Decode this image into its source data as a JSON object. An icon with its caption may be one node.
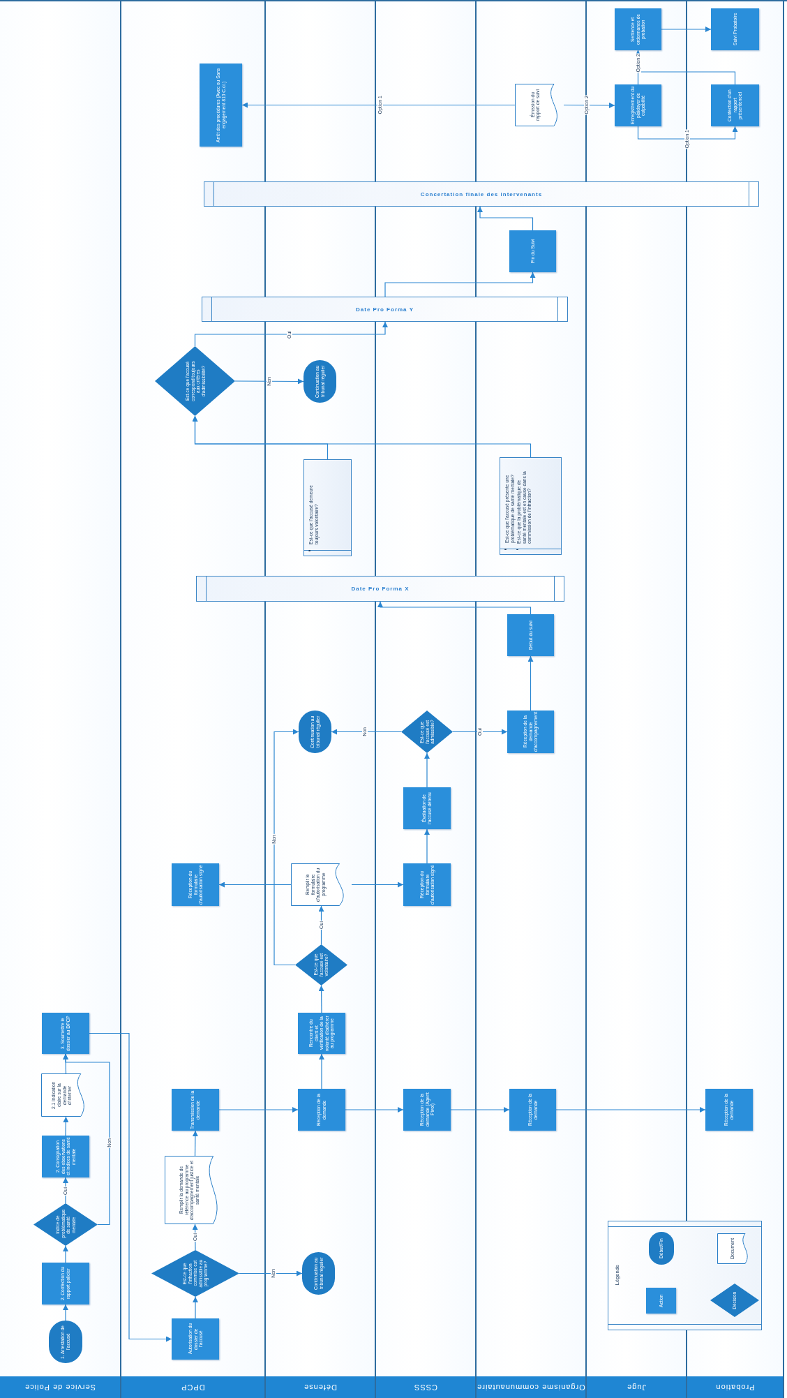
{
  "diagram": {
    "nodes": [
      {
        "text": [
          "Service de Police"
        ]
      },
      {
        "text": [
          "DPCP"
        ]
      },
      {
        "text": [
          "Défense"
        ]
      },
      {
        "text": [
          "CSSS"
        ]
      },
      {
        "text": [
          "Organisme communautaire"
        ]
      },
      {
        "text": [
          "Juge"
        ]
      },
      {
        "text": [
          "Probation"
        ]
      },
      {
        "text": [
          "1. Arrestation de l'accusé"
        ],
        "in": 0
      },
      {
        "text": [
          "2. Confection du rapport policier"
        ],
        "in": 0
      },
      {
        "text": [
          "Indice de problématique de santé mentale"
        ],
        "in": 0
      },
      {
        "text": [
          "2. Consignation des observations et indices de santé mentale"
        ],
        "in": 0
      },
      {
        "text": [
          "2.1 Indication claire sur la demande d'interner"
        ],
        "in": 0
      },
      {
        "text": [
          "3. Soumettre le dossier au DPCP"
        ],
        "in": 0
      },
      {
        "text": [
          "Autorisation du dossier de l'accusé"
        ],
        "in": 1
      },
      {
        "text": [
          "Est-ce que l'infraction commise est admissible au programme?"
        ],
        "in": 1
      },
      {
        "text": [
          "Continuation au tribunal régulier"
        ],
        "in": 2
      },
      {
        "text": [
          "Remplir la demande de référence au programme d'accompagnement justice et santé mentale"
        ],
        "in": 1
      },
      {
        "text": [
          "Transmission de la demande"
        ],
        "in": 1
      },
      {
        "text": [
          "Réception de la demande"
        ],
        "in": 2
      },
      {
        "text": [
          "Réception de la demande (Agent Pivot)"
        ],
        "in": 3
      },
      {
        "text": [
          "Réception de la demande"
        ],
        "in": 4
      },
      {
        "text": [
          "Réception de la demande"
        ],
        "in": 6
      },
      {
        "text": [
          "Rencontre du client et vérification de la volonté d'adhérer au programme"
        ],
        "in": 2
      },
      {
        "text": [
          "Est-ce que l'accusé est volontaire?"
        ],
        "in": 2
      },
      {
        "text": [
          "Remplir le formulaire d'autorisation du programme"
        ],
        "in": 2
      },
      {
        "text": [
          "Réception du formulaire d'autorisation signé"
        ],
        "in": 1
      },
      {
        "text": [
          "Réception du formulaire d'autorisation signé"
        ],
        "in": 3
      },
      {
        "text": [
          "Évaluation de l'accusé détenu"
        ],
        "in": 3
      },
      {
        "text": [
          "Est-ce que l'accusé est admissible?"
        ],
        "in": 3
      },
      {
        "text": [
          "Continuation au tribunal régulier"
        ],
        "in": 2
      },
      {
        "text": [
          "Réception de la demande d'accompagnement"
        ],
        "in": 4
      },
      {
        "text": [
          "Début du suivi"
        ],
        "in": 4
      },
      {
        "text": [
          "Date Pro Forma X"
        ]
      },
      {
        "text": [
          "Est-ce que l'accusé demeure toujours volontaire?"
        ],
        "in": 2
      },
      {
        "text": [
          "Est-ce que l'accusé présente une problématique de santé mentale?",
          "Est-ce que la problématique de santé mentale est en cause dans la commission de l'infraction?"
        ],
        "in": 4
      },
      {
        "text": [
          "Est-ce que l'accusé correspond toujours aux critères d'admissibilité?"
        ],
        "in": 1
      },
      {
        "text": [
          "Continuation au tribunal régulier"
        ],
        "in": 2
      },
      {
        "text": [
          "Date Pro Forma Y"
        ]
      },
      {
        "text": [
          "Fin du Suivi"
        ],
        "in": 4
      },
      {
        "text": [
          "Concertation finale des intervenants"
        ]
      },
      {
        "text": [
          "Arrêt des procédures (Avec ou Sans engagement 810 C.cr.)"
        ],
        "in": 1
      },
      {
        "text": [
          "Émission du rapport de suivi"
        ],
        "in": 4
      },
      {
        "text": [
          "Enregistrement du plaidoyer de culpabilité"
        ],
        "in": 5
      },
      {
        "text": [
          "Sentence et ordonnance de probation"
        ],
        "in": 5
      },
      {
        "text": [
          "Confection d'un rapport présentenciel"
        ],
        "in": 6
      },
      {
        "text": [
          "Suivi Probatoire"
        ],
        "in": 6
      },
      {
        "text": [
          "Légende"
        ]
      },
      {
        "text": [
          "Début/Fin"
        ]
      },
      {
        "text": [
          "Action"
        ]
      },
      {
        "text": [
          "Document"
        ]
      },
      {
        "text": [
          "Décision"
        ]
      }
    ],
    "edges": [
      {
        "from": 7,
        "to": 8,
        "arrow": "to"
      },
      {
        "from": 8,
        "to": 9,
        "arrow": "to"
      },
      {
        "from": 9,
        "to": 10,
        "arrow": "to",
        "label": "Oui"
      },
      {
        "from": 10,
        "to": 11,
        "arrow": "to"
      },
      {
        "from": 11,
        "to": 12,
        "arrow": "to"
      },
      {
        "from": 9,
        "to": 12,
        "arrow": "to",
        "label": "Non"
      },
      {
        "from": 12,
        "to": 13,
        "arrow": "to"
      },
      {
        "from": 13,
        "to": 14,
        "arrow": "to"
      },
      {
        "from": 14,
        "to": 16,
        "arrow": "to",
        "label": "Oui"
      },
      {
        "from": 14,
        "to": 15,
        "arrow": "to",
        "label": "Non"
      },
      {
        "from": 16,
        "to": 17,
        "arrow": "to"
      },
      {
        "from": 17,
        "to": 18,
        "arrow": "to"
      },
      {
        "from": 18,
        "to": 19,
        "arrow": "to"
      },
      {
        "from": 19,
        "to": 20,
        "arrow": "to"
      },
      {
        "from": 20,
        "to": 21,
        "arrow": "to"
      },
      {
        "from": 18,
        "to": 22,
        "arrow": "to"
      },
      {
        "from": 22,
        "to": 23,
        "arrow": "to"
      },
      {
        "from": 23,
        "to": 24,
        "arrow": "to",
        "label": "Oui"
      },
      {
        "from": 23,
        "to": 29,
        "arrow": "to",
        "label": "Non"
      },
      {
        "from": 24,
        "to": 25,
        "arrow": "to"
      },
      {
        "from": 24,
        "to": 26,
        "arrow": "to"
      },
      {
        "from": 26,
        "to": 27,
        "arrow": "to"
      },
      {
        "from": 27,
        "to": 28,
        "arrow": "to"
      },
      {
        "from": 28,
        "to": 30,
        "arrow": "to",
        "label": "Oui"
      },
      {
        "from": 28,
        "to": 29,
        "arrow": "to",
        "label": "Non"
      },
      {
        "from": 30,
        "to": 31,
        "arrow": "to"
      },
      {
        "from": 31,
        "to": 32,
        "arrow": "to"
      },
      {
        "from": 33,
        "to": 35,
        "arrow": "to"
      },
      {
        "from": 34,
        "to": 35,
        "arrow": "to"
      },
      {
        "from": 35,
        "to": 36,
        "arrow": "to",
        "label": "Non"
      },
      {
        "from": 35,
        "to": 37,
        "arrow": "to",
        "label": "Oui"
      },
      {
        "from": 37,
        "to": 38,
        "arrow": "to"
      },
      {
        "from": 38,
        "to": 39,
        "arrow": "to"
      },
      {
        "from": 41,
        "to": 40,
        "arrow": "to",
        "label": "Option 1"
      },
      {
        "from": 41,
        "to": 42,
        "arrow": "to",
        "label": "Option 2"
      },
      {
        "from": 42,
        "to": 43,
        "arrow": "to",
        "label": "Option 2"
      },
      {
        "from": 42,
        "to": 44,
        "arrow": "to",
        "label": "Option 1"
      },
      {
        "from": 44,
        "to": 43,
        "arrow": "to"
      },
      {
        "from": 43,
        "to": 45,
        "arrow": "to"
      }
    ]
  }
}
